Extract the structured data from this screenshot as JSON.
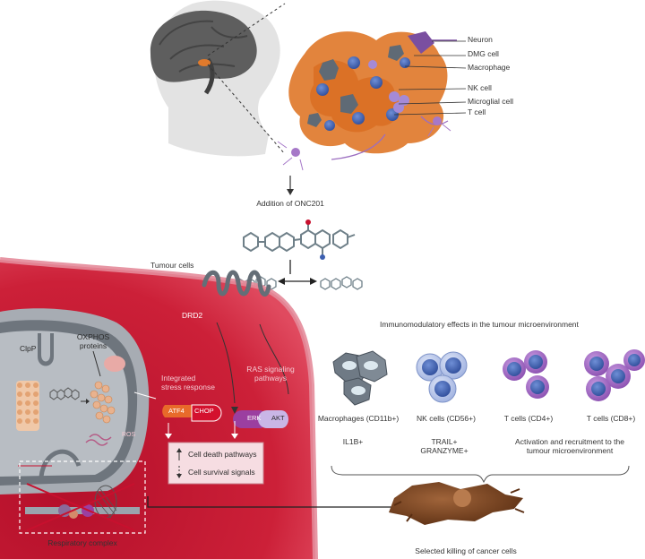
{
  "labels": {
    "neuron": "Neuron",
    "dmg_cell": "DMG cell",
    "macrophage": "Macrophage",
    "nk_cell": "NK cell",
    "microglial_cell": "Microglial cell",
    "t_cell": "T cell",
    "addition": "Addition of ONC201",
    "tumour_cells": "Tumour cells",
    "drd2": "DRD2",
    "clpp": "ClpP",
    "oxphos": "OXPHOS\nproteins",
    "integrated_stress": "Integrated\nstress response",
    "atf4": "ATF4",
    "chop": "CHOP",
    "ras_pathways": "RAS signaling\npathways",
    "erk": "ERK",
    "akt": "AKT",
    "ros": "ROS",
    "cell_death": "Cell death pathways",
    "cell_survival": "Cell survival signals",
    "respiratory_complex": "Respiratory complex",
    "immuno_title": "Immunomodulatory effects in the tumour microenvironment",
    "macrophages_label": "Macrophages (CD11b+)",
    "nk_label": "NK cells (CD56+)",
    "tcd4_label": "T cells (CD4+)",
    "tcd8_label": "T cells (CD8+)",
    "il1b": "IL1B+",
    "trail": "TRAIL+\nGRANZYME+",
    "activation": "Activation and recruitment to the\ntumour microenvironment",
    "killing": "Selected killing of cancer cells"
  },
  "colors": {
    "tumour_red": "#c8102e",
    "tumour_light": "#e48b9a",
    "mito_grey": "#8a8f96",
    "dmg_orange": "#e07a2c",
    "nk_blue": "#3c5fb0",
    "t_purple": "#8a4fb0",
    "macro_grey": "#5f6a75"
  }
}
